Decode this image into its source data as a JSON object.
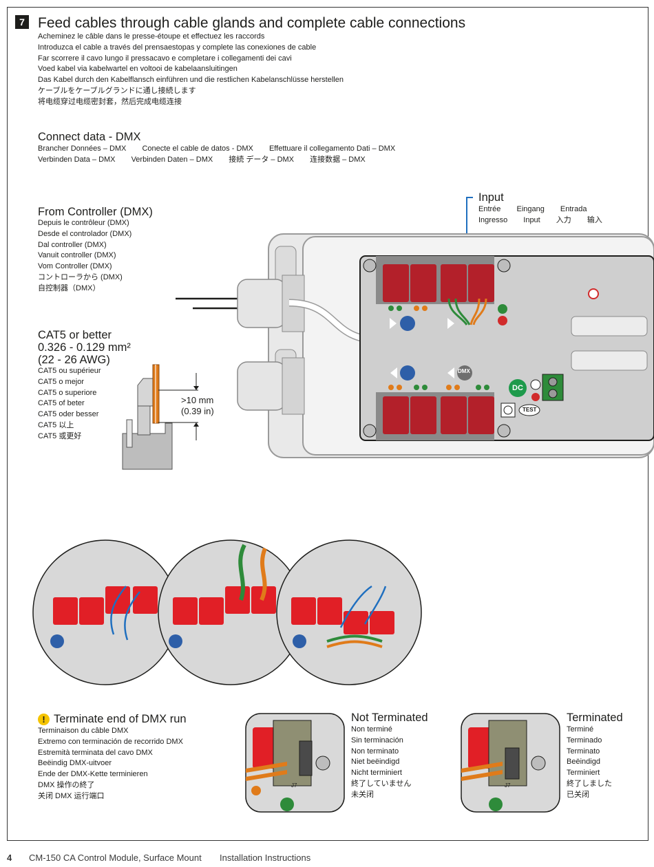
{
  "step": {
    "number": "7",
    "title": "Feed cables through cable glands and complete cable connections",
    "translations": [
      "Acheminez le câble dans le presse-étoupe et effectuez les raccords",
      "Introduzca el cable a través del prensaestopas y complete las conexiones de cable",
      "Far scorrere il cavo lungo il pressacavo e completare i collegamenti dei cavi",
      "Voed kabel via kabelwartel en voltooi de kabelaansluitingen",
      "Das Kabel durch den Kabelflansch einführen und die restlichen Kabelanschlüsse herstellen",
      "ケーブルをケーブルグランドに通し接続します",
      "将电缆穿过电缆密封套，然后完成电缆连接"
    ]
  },
  "connect": {
    "title": "Connect data - DMX",
    "row1": [
      "Brancher Données – DMX",
      "Conecte el cable de datos - DMX",
      "Effettuare il collegamento Dati – DMX"
    ],
    "row2": [
      "Verbinden Data – DMX",
      "Verbinden Daten – DMX",
      "接続 データ – DMX",
      "连接数据 – DMX"
    ]
  },
  "input": {
    "title": "Input",
    "row1": [
      "Entrée",
      "Eingang",
      "Entrada"
    ],
    "row2": [
      "Ingresso",
      "Input",
      "入力",
      "输入"
    ]
  },
  "from_controller": {
    "title": "From Controller (DMX)",
    "translations": [
      "Depuis le contrôleur (DMX)",
      "Desde el controlador (DMX)",
      "Dal controller (DMX)",
      "Vanuit controller (DMX)",
      "Vom Controller (DMX)",
      "コントローラから (DMX)",
      "自控制器（DMX）"
    ]
  },
  "cable": {
    "line1": "CAT5 or better",
    "line2": "0.326 - 0.129 mm²",
    "line3": "(22 - 26 AWG)",
    "translations": [
      "CAT5 ou supérieur",
      "CAT5 o mejor",
      "CAT5 o superiore",
      "CAT5 of beter",
      "CAT5 oder besser",
      "CAT5 以上",
      "CAT5 或更好"
    ],
    "strip_mm": ">10 mm",
    "strip_in": "(0.39 in)"
  },
  "board_labels": {
    "dmx": "DMX",
    "dc": "DC",
    "test": "TEST",
    "j7": "J7"
  },
  "terminate": {
    "title": "Terminate end of DMX run",
    "translations": [
      "Terminaison du câble DMX",
      "Extremo con terminación de recorrido DMX",
      "Estremità terminata del cavo DMX",
      "Beëindig DMX-uitvoer",
      "Ende der DMX-Kette terminieren",
      "DMX 操作の終了",
      "关闭 DMX 运行端口"
    ]
  },
  "not_terminated": {
    "title": "Not Terminated",
    "translations": [
      "Non terminé",
      "Sin terminación",
      "Non terminato",
      "Niet beëindigd",
      "Nicht terminiert",
      "終了していません",
      "未关闭"
    ]
  },
  "terminated": {
    "title": "Terminated",
    "translations": [
      "Terminé",
      "Terminado",
      "Terminato",
      "Beëindigd",
      "Terminiert",
      "終了しました",
      "已关闭"
    ]
  },
  "footer": {
    "page": "4",
    "product": "CM-150 CA Control Module, Surface Mount",
    "doc": "Installation Instructions"
  },
  "colors": {
    "connector_red": "#b3202a",
    "wire_green": "#2e8b3a",
    "wire_orange": "#e07b1a",
    "dmx_blue": "#2e5fa8",
    "arrow_blue": "#1f6fbf",
    "housing_gray": "#d9d9d9"
  }
}
